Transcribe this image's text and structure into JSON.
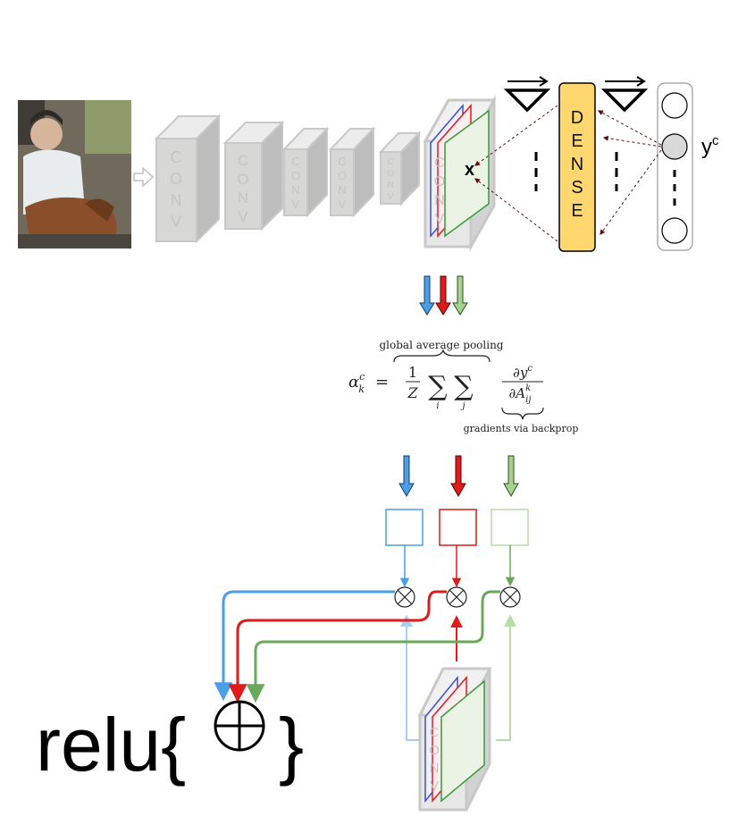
{
  "conv_layers": [
    {
      "letters": [
        "C",
        "O",
        "N",
        "V"
      ]
    },
    {
      "letters": [
        "C",
        "O",
        "N",
        "V"
      ]
    },
    {
      "letters": [
        "C",
        "O",
        "N",
        "V"
      ]
    },
    {
      "letters": [
        "C",
        "O",
        "N",
        "V"
      ]
    },
    {
      "letters": [
        "C",
        "O",
        "N",
        "V"
      ]
    }
  ],
  "last_conv": {
    "letters": [
      "C",
      "O",
      "N",
      "V"
    ]
  },
  "bottom_conv": {
    "letters": [
      "C",
      "O",
      "N",
      "V"
    ]
  },
  "feature_label": "x",
  "dense": {
    "letters": [
      "D",
      "E",
      "N",
      "S",
      "E"
    ]
  },
  "output_label": "y",
  "output_superscript": "c",
  "formula": {
    "lhs": "α",
    "lhs_sup": "c",
    "lhs_sub": "k",
    "equals": "=",
    "frac_num": "1",
    "frac_den": "Z",
    "sum_i": "i",
    "sum_j": "j",
    "grad_num": "∂y",
    "grad_num_sup": "c",
    "grad_den": "∂A",
    "grad_den_sup": "k",
    "grad_den_sub": "ij",
    "top_note": "global average pooling",
    "bottom_note": "gradients via backprop"
  },
  "relu": {
    "prefix": "relu{",
    "suffix": "}"
  },
  "colors": {
    "blue": "#4a9fe8",
    "red": "#e01b1b",
    "green": "#6aa85a",
    "light_blue": "#a9cff3",
    "light_green": "#b7dca8",
    "dense_fill": "#fed86e",
    "conv_fill": "#d7d7d5"
  }
}
